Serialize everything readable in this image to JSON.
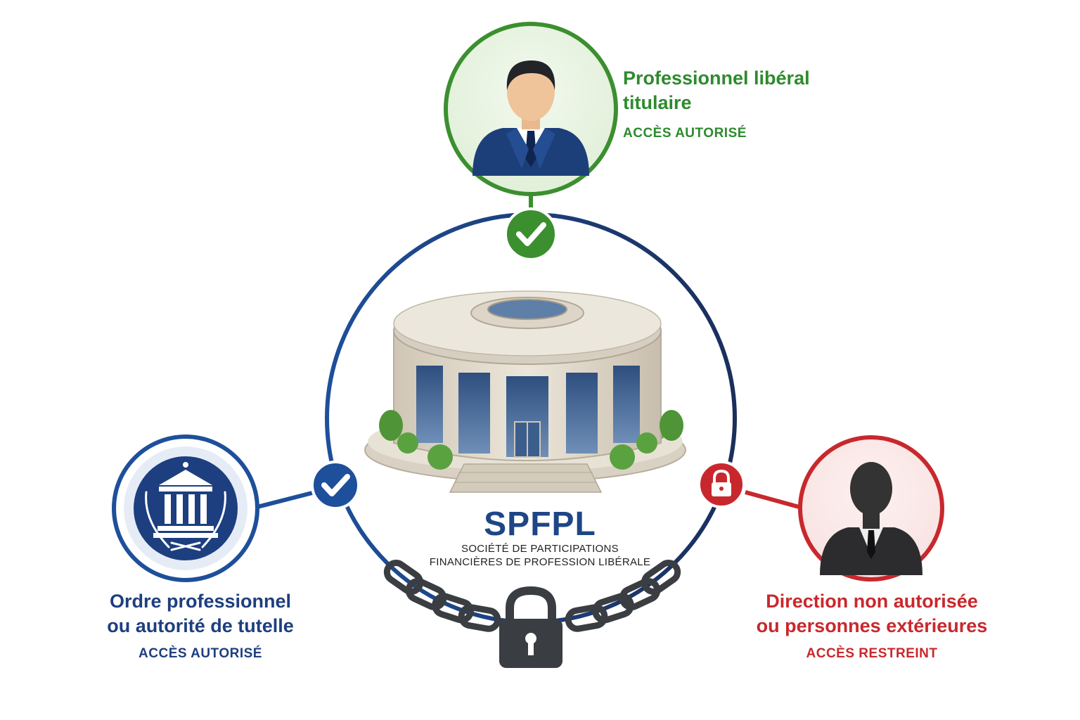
{
  "nodes": {
    "top": {
      "title_line1": "Professionnel libéral",
      "title_line2": "titulaire",
      "status": "ACCÈS AUTORISÉ",
      "color": "#2e8a2e"
    },
    "left": {
      "title_line1": "Ordre professionnel",
      "title_line2": "ou autorité de tutelle",
      "status": "ACCÈS AUTORISÉ",
      "color": "#1d3f7f"
    },
    "right": {
      "title_line1": "Direction non autorisée",
      "title_line2": "ou personnes extérieures",
      "status": "ACCÈS RESTREINT",
      "color": "#c8282d"
    }
  },
  "center": {
    "title": "SPFPL",
    "subtitle_line1": "SOCIÉTÉ DE PARTICIPATIONS",
    "subtitle_line2": "FINANCIÈRES DE PROFESSION LIBÉRALE"
  },
  "icons": {
    "top_badge": "check-icon",
    "left_badge": "check-icon",
    "right_badge": "lock-icon",
    "center": "building-icon",
    "bottom": "chain-padlock-icon"
  }
}
